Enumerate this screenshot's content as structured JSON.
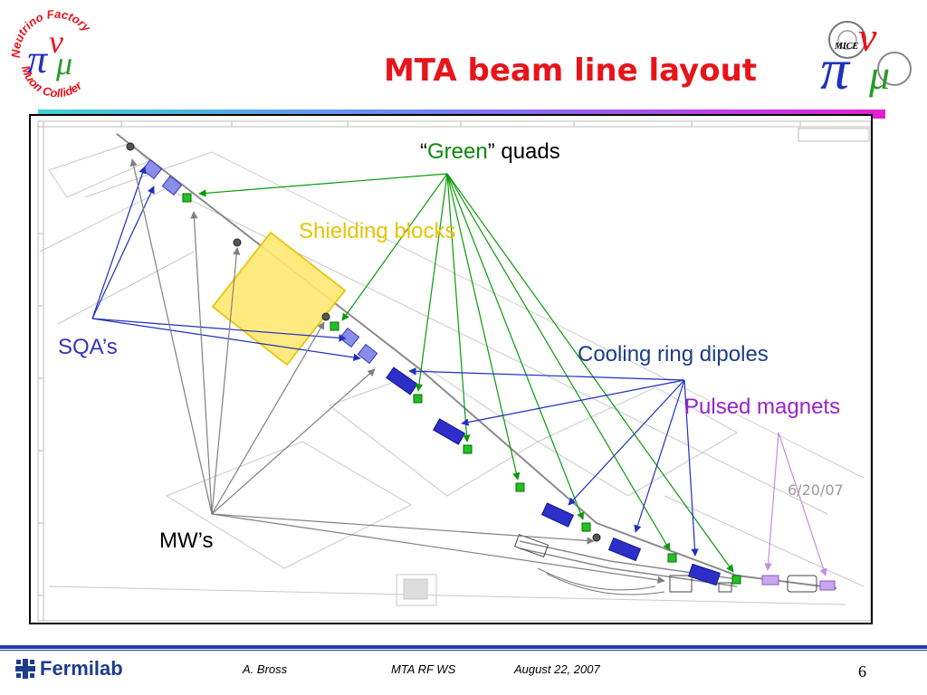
{
  "slide": {
    "title": "MTA beam line layout",
    "page_number": "6"
  },
  "logos": {
    "left": {
      "top_text": "Neutrino Factory",
      "bottom_text": "Muon Collider",
      "icon": "pi-nu-mu-logo"
    },
    "right": {
      "text": "MICE",
      "icon": "mice-pi-nu-mu-logo"
    }
  },
  "labels": {
    "green_quads_open_quote": "“",
    "green_quads_word": "Green",
    "green_quads_rest": "” quads",
    "shielding_blocks": "Shielding blocks",
    "sqas": "SQA’s",
    "cooling_ring_dipoles": "Cooling ring dipoles",
    "pulsed_magnets": "Pulsed magnets",
    "mws": "MW’s",
    "date_stamp": "6/20/07"
  },
  "footer": {
    "organization": "Fermilab",
    "author": "A. Bross",
    "event": "MTA RF WS",
    "date": "August 22, 2007"
  },
  "colors": {
    "title": "#e8141b",
    "green_arrows": "#0a9a0a",
    "blue_arrows": "#1f2fbf",
    "gray_arrows": "#808080",
    "pulsed_arrows": "#c58be8",
    "shielding": "#ffe873",
    "footer_blue": "#1f3aa8"
  }
}
